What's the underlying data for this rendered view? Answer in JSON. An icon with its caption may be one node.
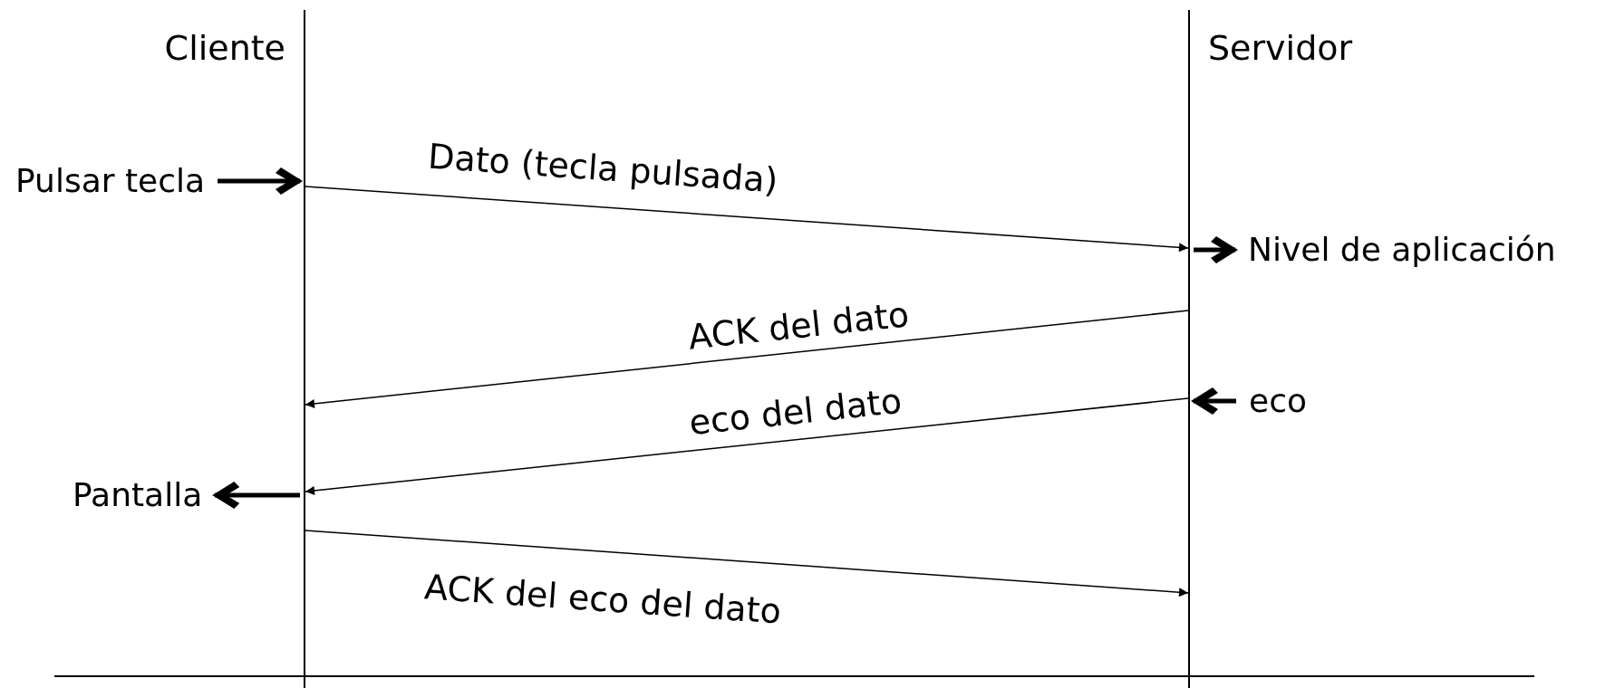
{
  "diagram": {
    "nodes": [
      {
        "text": [
          "Cliente"
        ]
      },
      {
        "text": [
          "Servidor"
        ]
      },
      {
        "text": [
          "Pulsar tecla"
        ]
      },
      {
        "text": [
          "Nivel de aplicación"
        ]
      },
      {
        "text": [
          "eco"
        ]
      },
      {
        "text": [
          "Pantalla"
        ]
      }
    ],
    "edges": [
      {
        "from": 2,
        "to": 0,
        "arrow": "to",
        "style": "thick"
      },
      {
        "from": 0,
        "to": 1,
        "arrow": "to",
        "label": "Dato (tecla pulsada)"
      },
      {
        "from": 1,
        "to": 3,
        "arrow": "to",
        "style": "thick"
      },
      {
        "from": 1,
        "to": 0,
        "arrow": "to",
        "label": "ACK del dato"
      },
      {
        "from": 4,
        "to": 1,
        "arrow": "to",
        "style": "thick"
      },
      {
        "from": 1,
        "to": 0,
        "arrow": "to",
        "label": "eco del dato"
      },
      {
        "from": 0,
        "to": 5,
        "arrow": "to",
        "style": "thick"
      },
      {
        "from": 0,
        "to": 1,
        "arrow": "to",
        "label": "ACK del eco del dato"
      }
    ]
  }
}
